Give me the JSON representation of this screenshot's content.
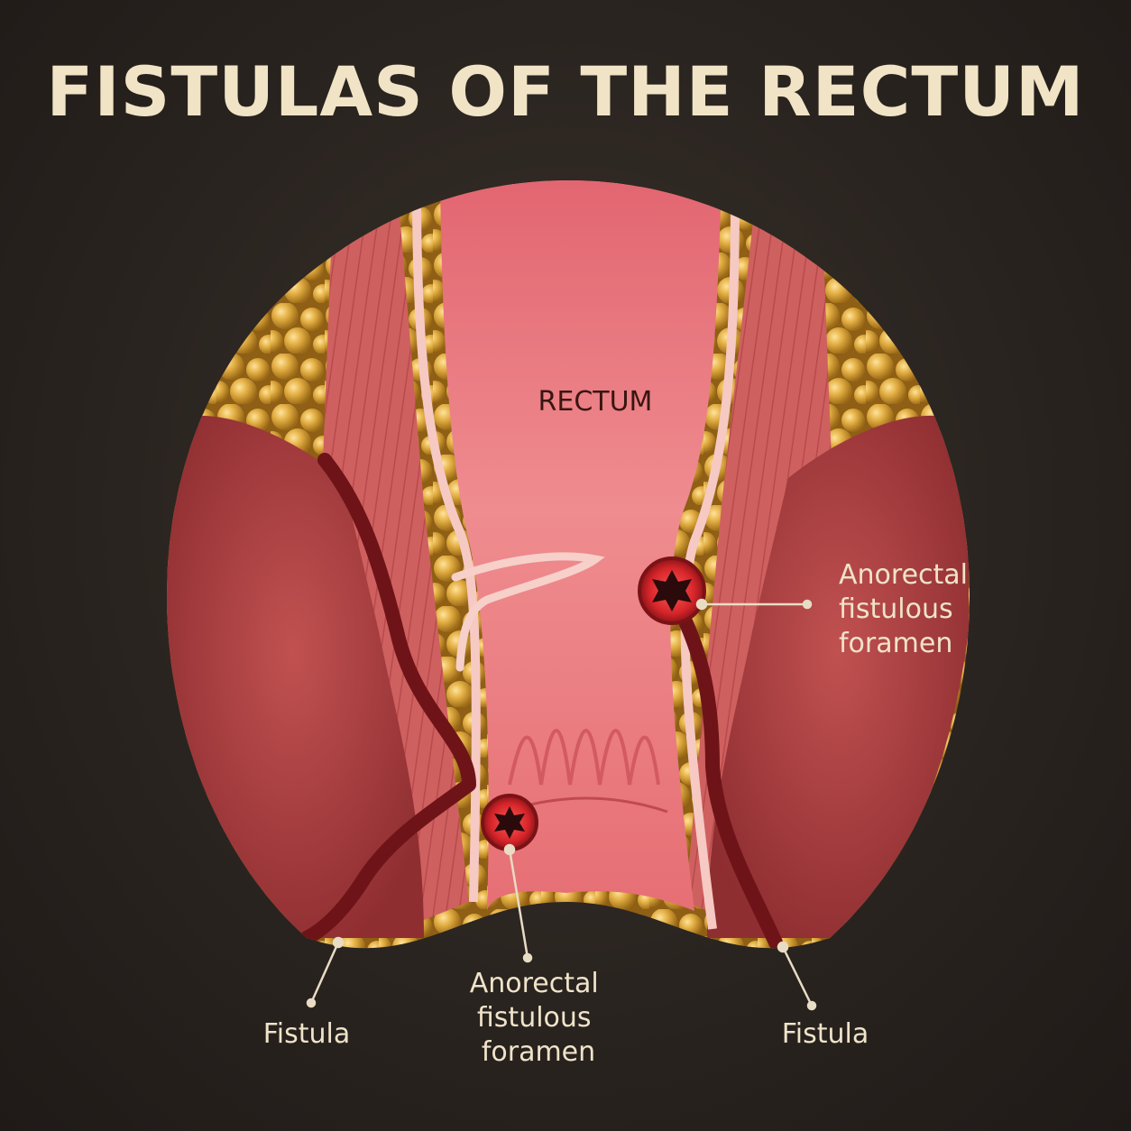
{
  "title": "FISTULAS OF THE RECTUM",
  "organ_label": "RECTUM",
  "labels": {
    "fistula_left": "Fistula",
    "fistula_right": "Fistula",
    "foramen_bottom": [
      "Anorectal",
      "fistulous",
      "foramen"
    ],
    "foramen_right": [
      "Anorectal",
      "fistulous",
      "foramen"
    ]
  },
  "colors": {
    "title": "#f1e4c6",
    "label_text": "#efe3c9",
    "leader": "#e8dcc4",
    "fat": "#d9a53a",
    "muscle": "#c65454",
    "mucosa": "#e87a7a",
    "tract": "#6e1418",
    "organ_text": "#3a1510"
  }
}
